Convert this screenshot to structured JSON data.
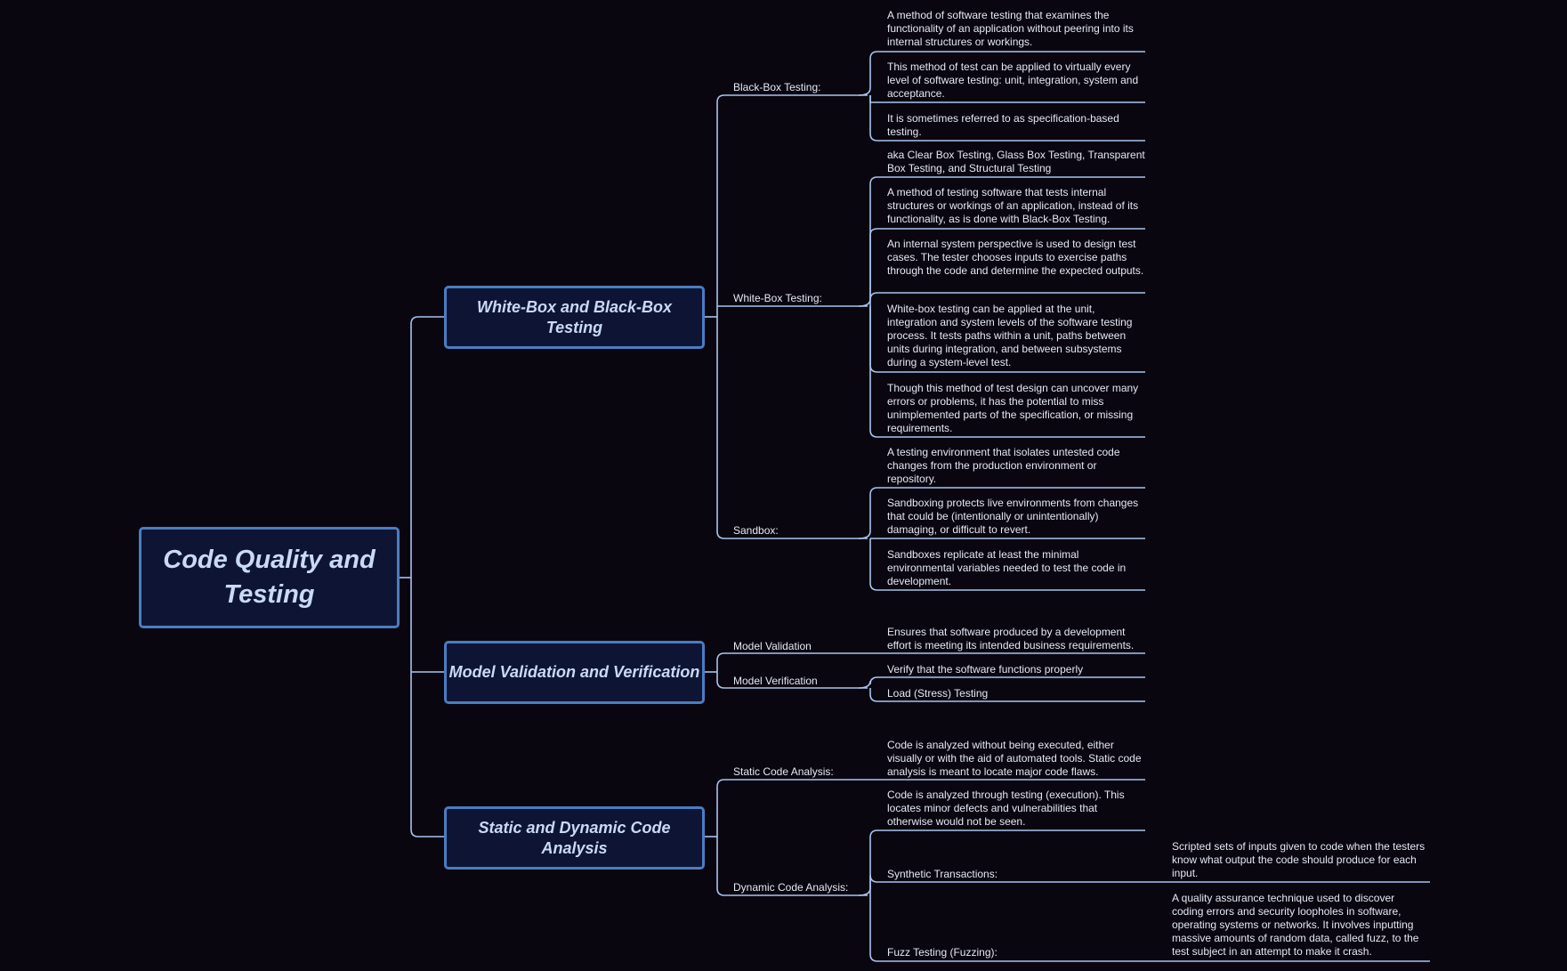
{
  "root": "Code Quality and Testing",
  "branches": [
    {
      "title": "White-Box and Black-Box Testing",
      "topics": [
        {
          "label": "Black-Box Testing:",
          "notes": [
            "A method of software testing that examines the functionality of an application without peering into its internal structures or workings.",
            "This method of test can be applied to virtually every level of software testing: unit, integration, system and acceptance.",
            "It is sometimes referred to as specification-based testing."
          ]
        },
        {
          "label": "White-Box Testing:",
          "notes": [
            "aka Clear Box Testing, Glass Box Testing, Transparent Box Testing, and Structural Testing",
            "A method of testing software that tests internal structures or workings of an application, instead of its functionality, as is done with Black-Box Testing.",
            "An internal system perspective is used to design test cases. The tester chooses inputs to exercise paths through the code and determine the expected outputs.",
            "White-box testing can be applied at the unit, integration and system levels of the software testing process. It tests paths within a unit, paths between units during integration, and between subsystems during a system-level test.",
            "Though this method of test design can uncover many errors or problems, it has the potential to miss unimplemented parts of the specification, or missing requirements."
          ]
        },
        {
          "label": "Sandbox:",
          "notes": [
            "A testing environment that isolates untested code changes from the production environment or repository.",
            "Sandboxing protects live environments from changes that could be (intentionally or unintentionally) damaging, or difficult to revert.",
            "Sandboxes replicate at least the minimal environmental variables needed to test the code in development."
          ]
        }
      ]
    },
    {
      "title": "Model Validation and Verification",
      "topics": [
        {
          "label": "Model Validation",
          "notes": [
            "Ensures that software produced by a development effort is meeting its intended business requirements."
          ]
        },
        {
          "label": "Model Verification",
          "notes": [
            "Verify that the software functions properly",
            "Load (Stress) Testing"
          ]
        }
      ]
    },
    {
      "title": "Static and Dynamic Code Analysis",
      "topics": [
        {
          "label": "Static Code Analysis:",
          "notes": [
            "Code is analyzed without being executed, either visually or with the aid of automated tools. Static code analysis is meant to locate major code flaws."
          ]
        },
        {
          "label": "Dynamic Code Analysis:",
          "notes": [
            "Code is analyzed through testing (execution). This locates minor defects and vulnerabilities that otherwise would not be seen."
          ],
          "subtopics": [
            {
              "label": "Synthetic Transactions:",
              "notes": [
                "Scripted sets of inputs given to code when the testers know what output the code should produce for each input."
              ]
            },
            {
              "label": "Fuzz Testing (Fuzzing):",
              "notes": [
                "A quality assurance technique used to discover coding errors and security loopholes in software, operating systems or networks. It involves inputting massive amounts of random data, called fuzz, to the test subject in an attempt to make it crash."
              ]
            }
          ]
        }
      ]
    }
  ],
  "colors": {
    "background": "#0a0610",
    "connector": "#a9c3ec",
    "node_border": "#4a7dc2",
    "node_fill": "#0e1534"
  }
}
